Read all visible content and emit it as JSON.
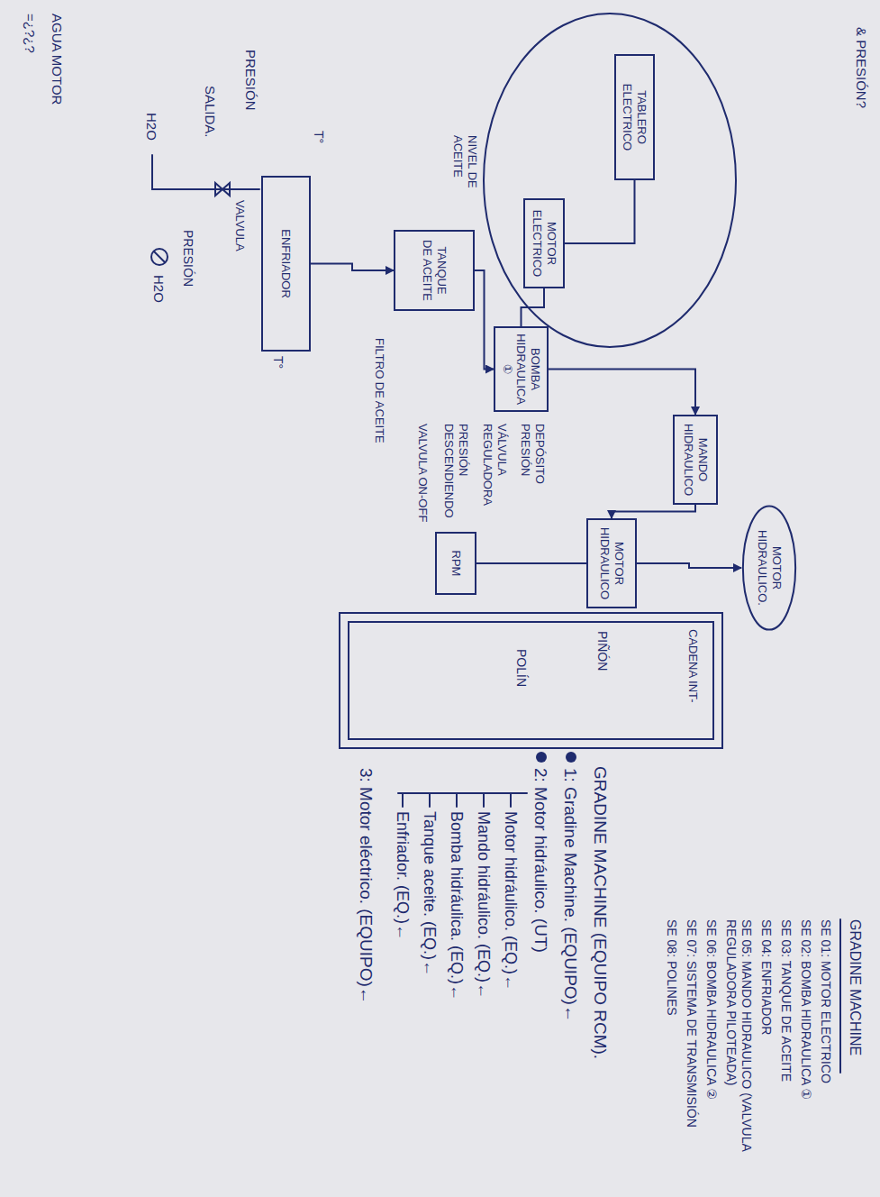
{
  "diagram": {
    "nodes": [
      {
        "text": [
          "TABLERO ELECTRICO"
        ]
      },
      {
        "text": [
          "MOTOR ELECTRICO"
        ]
      },
      {
        "text": [
          "BOMBA HIDRAULICA ①"
        ]
      },
      {
        "text": [
          "TANQUE DE ACEITE"
        ]
      },
      {
        "text": [
          "ENFRIADOR"
        ]
      },
      {
        "text": [
          "RPM"
        ]
      },
      {
        "text": [
          "MANDO HIDRAULICO"
        ]
      },
      {
        "text": [
          "MOTOR HIDRAULICO"
        ]
      },
      {
        "text": [
          "MOTOR HIDRAULICO."
        ]
      }
    ],
    "edges": [
      {
        "from": 0,
        "to": 1,
        "arrow": "none"
      },
      {
        "from": 1,
        "to": 2,
        "arrow": "none"
      },
      {
        "from": 3,
        "to": 2,
        "arrow": "to"
      },
      {
        "from": 2,
        "to": 6,
        "arrow": "to"
      },
      {
        "from": 4,
        "to": 3,
        "arrow": "to"
      },
      {
        "from": 6,
        "to": 7,
        "arrow": "to"
      },
      {
        "from": 5,
        "to": 7,
        "arrow": "none"
      },
      {
        "from": 7,
        "to": 8,
        "arrow": "to"
      }
    ],
    "labels": [
      "& PRESIÓN?",
      "AGUA MOTOR",
      "=¿?¿?",
      "PRESIÓN",
      "SALIDA.",
      "H2O",
      "PRESIÓN",
      "H2O",
      "T°",
      "T°",
      "VALVULA",
      "NIVEL DE ACEITE",
      "FILTRO DE ACEITE",
      "VALVULA ON-OFF",
      "PRESIÓN DESCENDIENDO",
      "VÁLVULA REGULADORA",
      "DEPÓSITO PRESIÓN",
      "PIÑÓN",
      "POLÍN",
      "CADENA INT-",
      "GRADINE MACHINE",
      "SE 01: MOTOR ELECTRICO",
      "SE 02: BOMBA HIDRAULICA ①",
      "SE 03: TANQUE DE ACEITE",
      "SE 04: ENFRIADOR",
      "SE 05: MANDO HIDRAULICO (VALVULA REGULADORA PILOTEADA)",
      "SE 06: BOMBA HIDRAULICA ②",
      "SE 07: SISTEMA DE TRANSMISIÓN",
      "SE 08: POLINES",
      "GRADINE MACHINE (EQUIPO RCM).",
      "1: Gradine Machine. (EQUIPO)←",
      "2: Motor hidráulico. (UT)",
      "Motor hidráulico. (EQ.)←",
      "Mando hidráulico. (EQ.)←",
      "Bomba hidráulica. (EQ.)←",
      "Tanque aceite. (EQ.)←",
      "Enfriador. (EQ.)←",
      "3: Motor eléctrico. (EQUIPO)←"
    ]
  }
}
